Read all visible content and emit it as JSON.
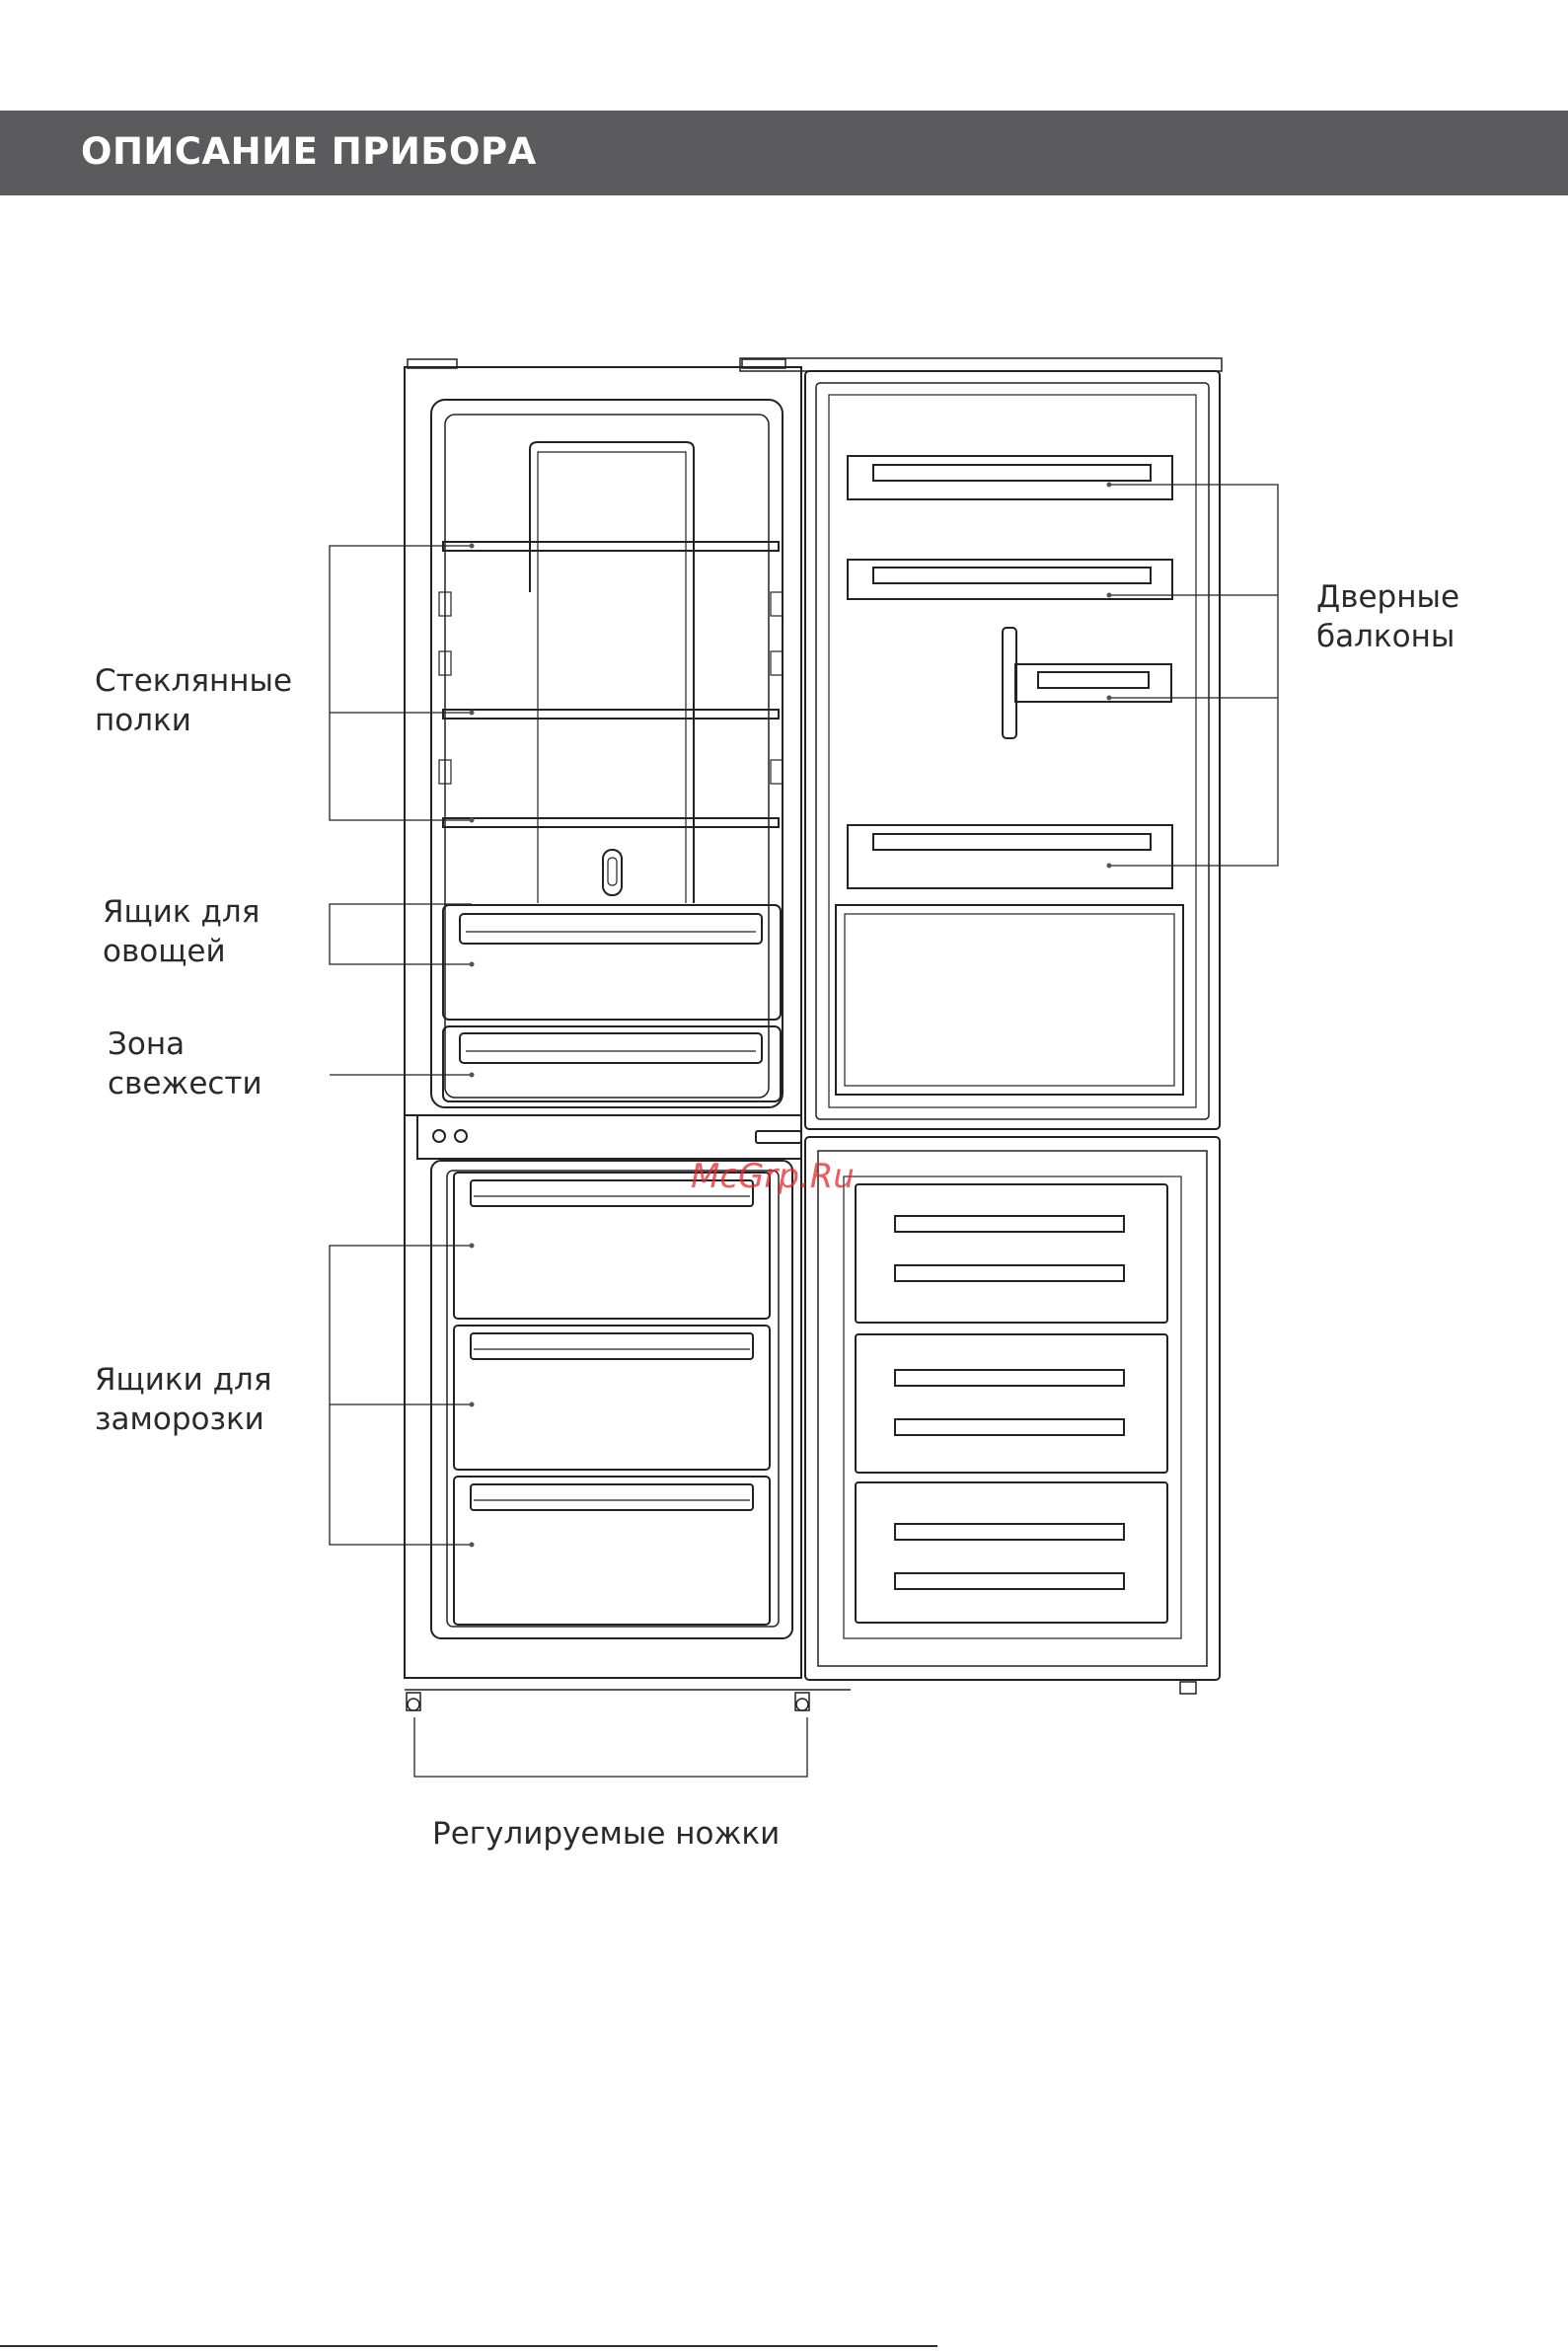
{
  "header": {
    "title": "ОПИСАНИЕ ПРИБОРА"
  },
  "labels": {
    "glass_shelves": [
      "Стеклянные",
      "полки"
    ],
    "vegetable_box": [
      "Ящик для",
      "овощей"
    ],
    "freshness_zone": [
      "Зона",
      "свежести"
    ],
    "freezer_drawers": [
      "Ящики для",
      "заморозки"
    ],
    "door_balconies": [
      "Дверные",
      "балконы"
    ],
    "adjustable_feet": "Регулируемые ножки"
  },
  "watermark": "McGrp.Ru",
  "colors": {
    "header_bg": "#5b5b5d",
    "header_text": "#ffffff",
    "line": "#222222",
    "watermark": "#e8262a"
  }
}
